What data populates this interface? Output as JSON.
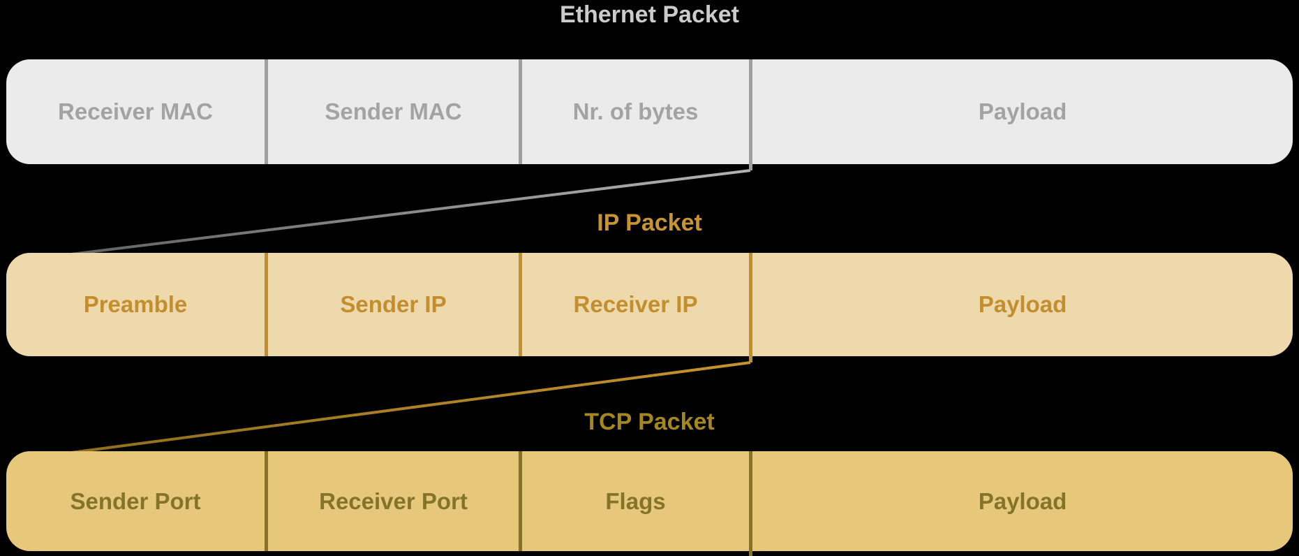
{
  "diagram": {
    "background_color": "#000000",
    "packets": [
      {
        "title": "Ethernet Packet",
        "fields": [
          "Receiver MAC",
          "Sender MAC",
          "Nr. of bytes",
          "Payload"
        ],
        "colors": {
          "bar": "#ebebeb",
          "field_text": "#a3a3a3",
          "divider": "#9e9e9e",
          "title": "#cbcbcb"
        }
      },
      {
        "title": "IP Packet",
        "fields": [
          "Preamble",
          "Sender IP",
          "Receiver IP",
          "Payload"
        ],
        "colors": {
          "bar": "#edd9ac",
          "field_text": "#c28e2e",
          "divider": "#c28e2e",
          "title": "#c99430"
        }
      },
      {
        "title": "TCP Packet",
        "fields": [
          "Sender Port",
          "Receiver Port",
          "Flags",
          "Payload"
        ],
        "colors": {
          "bar": "#e7c87b",
          "field_text": "#84742a",
          "divider": "#857327",
          "title": "#a5861f"
        }
      }
    ],
    "connectors": [
      {
        "name": "ethernet-payload-to-ip-packet",
        "color": "#9e9e9e"
      },
      {
        "name": "ip-payload-to-tcp-packet",
        "color": "#c6932f"
      }
    ]
  }
}
